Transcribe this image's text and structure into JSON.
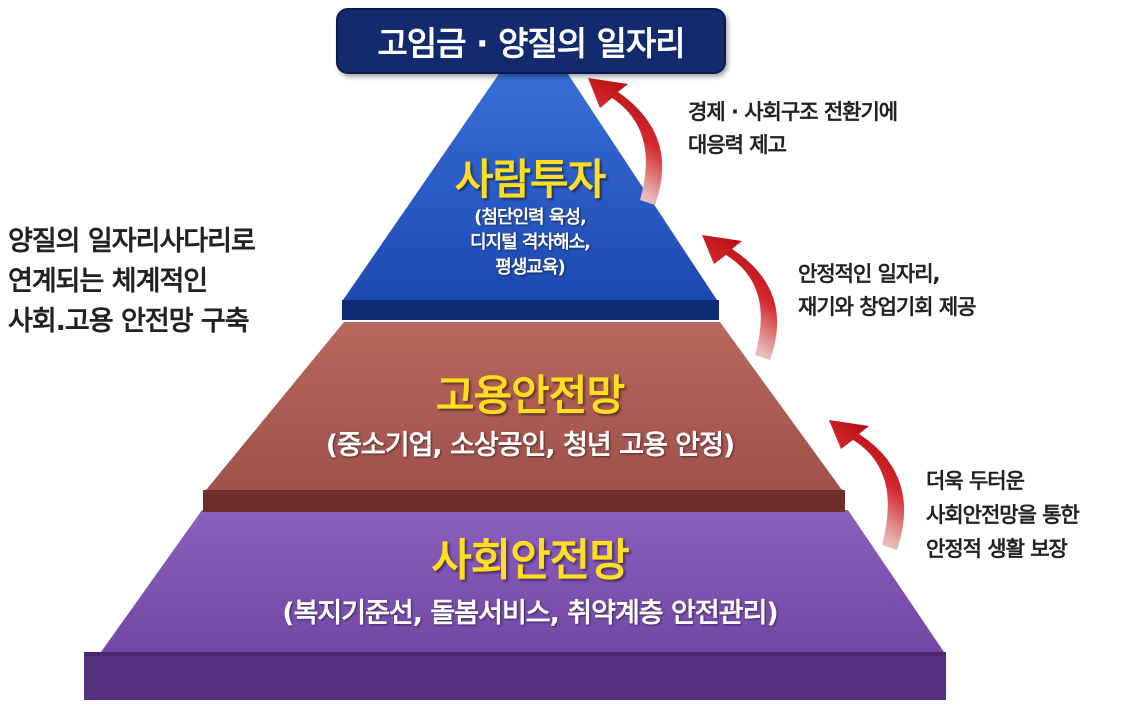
{
  "top_banner": "고임금 · 양질의 일자리",
  "tiers": {
    "top": {
      "title": "사람투자",
      "sub": [
        "(첨단인력 육성,",
        "디지털 격차해소,",
        "평생교육)"
      ]
    },
    "middle": {
      "title": "고용안전망",
      "sub": "(중소기업, 소상공인, 청년 고용 안정)"
    },
    "bottom": {
      "title": "사회안전망",
      "sub": "(복지기준선, 돌봄서비스, 취약계층 안전관리)"
    }
  },
  "left_note": [
    "양질의 일자리사다리로",
    "연계되는 체계적인",
    "사회.고용 안전망 구축"
  ],
  "right_notes": {
    "upper": [
      "경제 · 사회구조 전환기에",
      "대응력 제고"
    ],
    "middle": [
      "안정적인 일자리,",
      "재기와 창업기회 제공"
    ],
    "lower": [
      "더욱 두터운",
      "사회안전망을 통한",
      "안정적 생활 보장"
    ]
  },
  "colors": {
    "banner": "#142a6e",
    "top_tier": "#2456c4",
    "middle_tier": "#a85751",
    "bottom_tier": "#7c52b0",
    "title_text": "#ffdd1f",
    "arrow": "#c8141b"
  }
}
